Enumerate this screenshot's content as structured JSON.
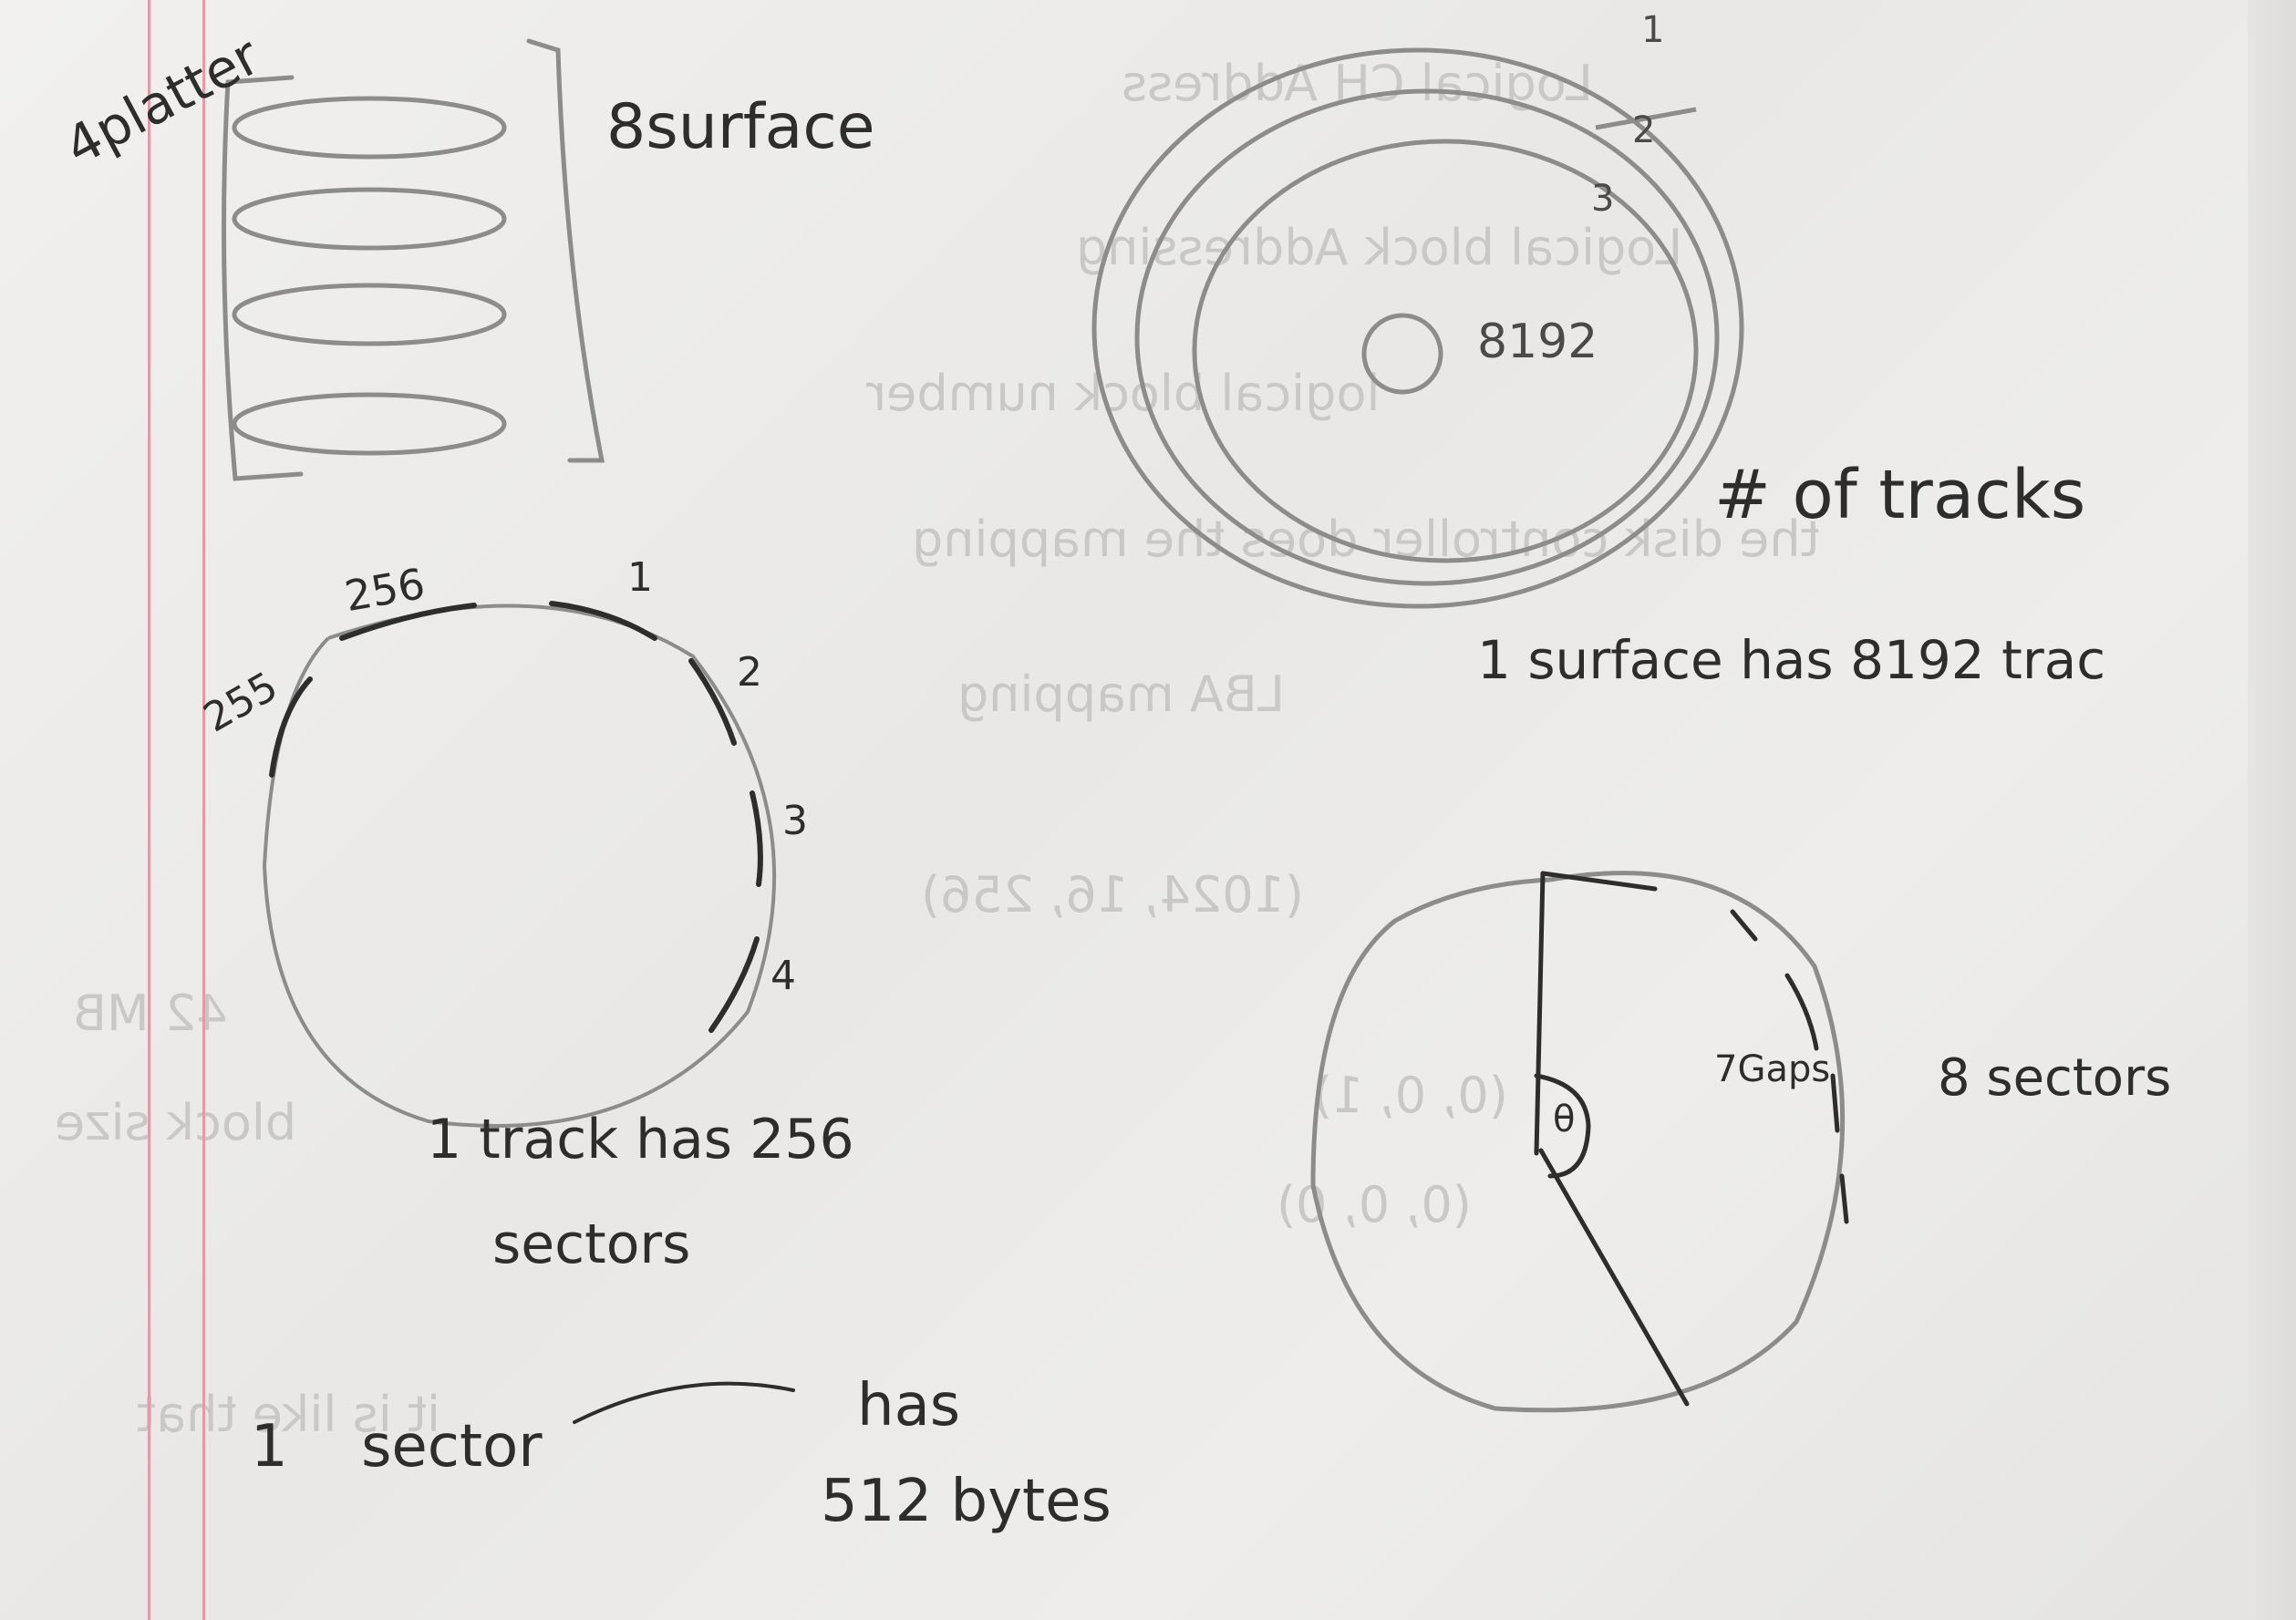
{
  "notes": {
    "platter_label": "4platter",
    "surface_label": "8surface",
    "tracks_label": "# of tracks",
    "center_label": "8192",
    "surface_tracks": "1 surface has 8192 trac",
    "circle_labels": [
      "256",
      "1",
      "2",
      "255",
      "3",
      "4"
    ],
    "track_sectors_line1": "1 track has 256",
    "track_sectors_line2": "sectors",
    "sector_label": "1 sector",
    "sector_bytes_line1": "has",
    "sector_bytes_line2": "512 bytes",
    "gaps_label": "7Gaps",
    "theta_label": "θ",
    "sectors_label": "8 sectors"
  },
  "colors": {
    "paper": "#efeeec",
    "ink": "#2d2d2e",
    "pencil": "#8c8c8c",
    "margin_line": "#e79aa6",
    "show_through": "#c9c8c6"
  }
}
